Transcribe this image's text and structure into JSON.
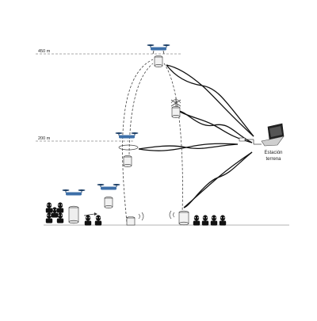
{
  "diagram": {
    "altitude_labels": {
      "high": "450 m",
      "mid": "200 m"
    },
    "ground_station": {
      "line1": "Estación",
      "line2": "terrena"
    },
    "colors": {
      "drone_body": "#3d6fa8",
      "drone_dark": "#1d3f66",
      "line": "#111111",
      "dashed": "#555555",
      "ground": "#9a9a9a"
    }
  }
}
